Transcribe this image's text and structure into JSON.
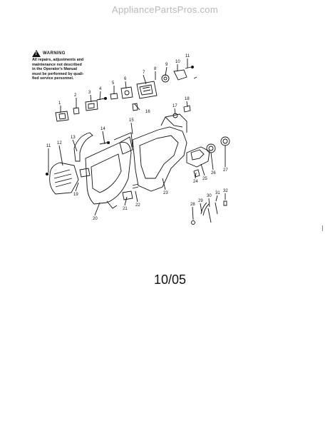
{
  "watermark": "AppliancePartsPros.com",
  "warning": {
    "title": "WARNING",
    "lines": [
      "All repairs, adjustments and",
      "maintenance not described",
      "in the Operator's Manual",
      "must be performed by quali-",
      "fied service personnel."
    ]
  },
  "parts": [
    "1",
    "2",
    "3",
    "4",
    "5",
    "6",
    "7",
    "8",
    "9",
    "10",
    "11",
    "11",
    "12",
    "13",
    "14",
    "15",
    "16",
    "17",
    "18",
    "19",
    "20",
    "21",
    "22",
    "23",
    "24",
    "25",
    "26",
    "27",
    "28",
    "29",
    "30",
    "31",
    "32"
  ],
  "date_code": "10/05"
}
